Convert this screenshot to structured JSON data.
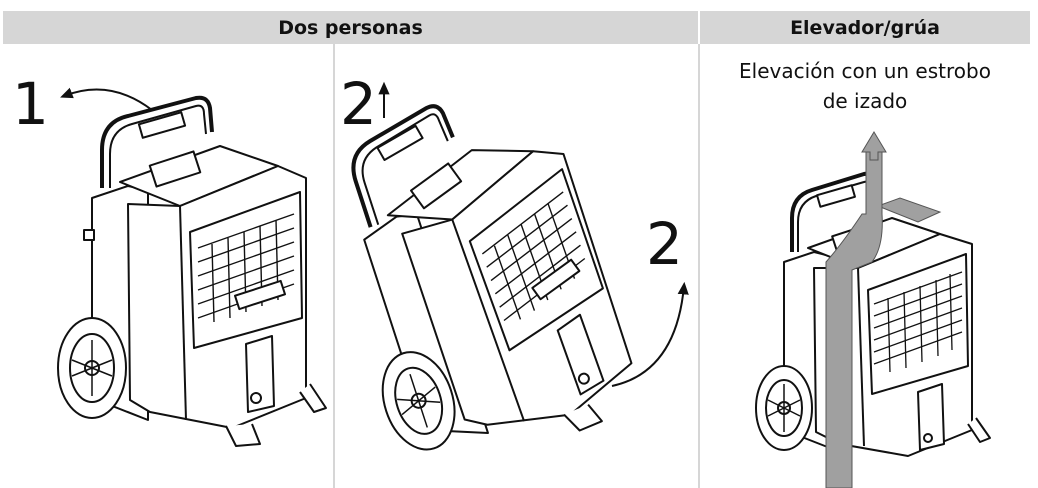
{
  "header": {
    "two_people": "Dos personas",
    "lift_crane": "Elevador/grúa"
  },
  "caption": {
    "line1": "Elevación con un estrobo",
    "line2": "de izado"
  },
  "steps": {
    "step1": "1",
    "step2_up": "2",
    "step2_tilt": "2"
  },
  "icons": {
    "step1_arrow": "curved-arrow-left-icon",
    "step2_arrow": "up-arrow-icon",
    "tilt_arrow": "curved-arrow-up-icon",
    "sling_arrow": "hoist-arrow-icon"
  },
  "colors": {
    "header_bg": "#d6d6d6",
    "sling": "#a0a0a0"
  }
}
